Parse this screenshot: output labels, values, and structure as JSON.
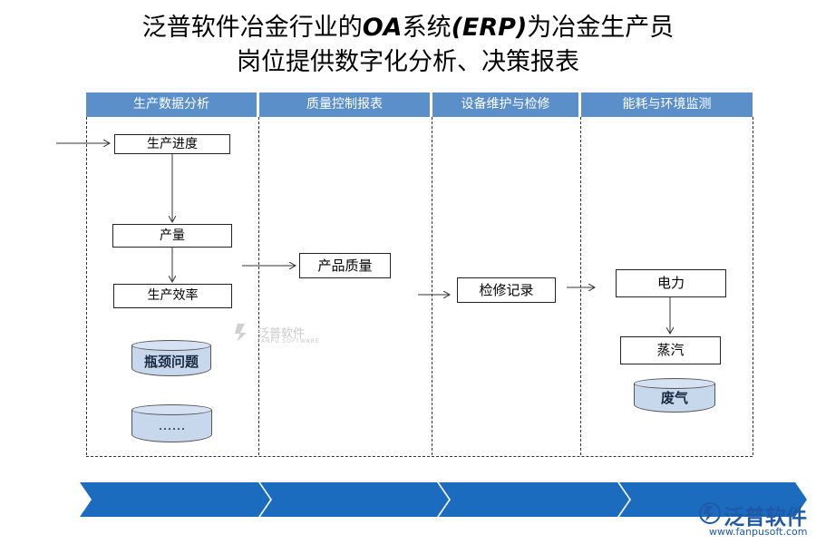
{
  "title": {
    "line1_a": "泛普软件冶金行业的",
    "line1_b": "OA",
    "line1_c": "系统",
    "line1_d": "(ERP)",
    "line1_e": "为冶金生产员",
    "line2": "岗位提供数字化分析、决策报表"
  },
  "columns": [
    {
      "header": "生产数据分析"
    },
    {
      "header": "质量控制报表"
    },
    {
      "header": "设备维护与检修"
    },
    {
      "header": "能耗与环境监测"
    }
  ],
  "nodes": {
    "production_progress": "生产进度",
    "output": "产量",
    "production_efficiency": "生产效率",
    "bottleneck": "瓶颈问题",
    "more": "……",
    "product_quality": "产品质量",
    "inspection_record": "检修记录",
    "electricity": "电力",
    "steam": "蒸汽",
    "waste_gas": "废气"
  },
  "watermark": {
    "name": "泛普软件",
    "sub": "FANPU SOFTWARE"
  },
  "logo": {
    "name": "泛普软件",
    "url": "www.fanpusoft.com"
  },
  "colors": {
    "header_bg": "#5b8fca",
    "cylinder_fill": "#c7d7ec",
    "arrow_band": "#1b6bbf",
    "logo": "#1e5aa8"
  }
}
